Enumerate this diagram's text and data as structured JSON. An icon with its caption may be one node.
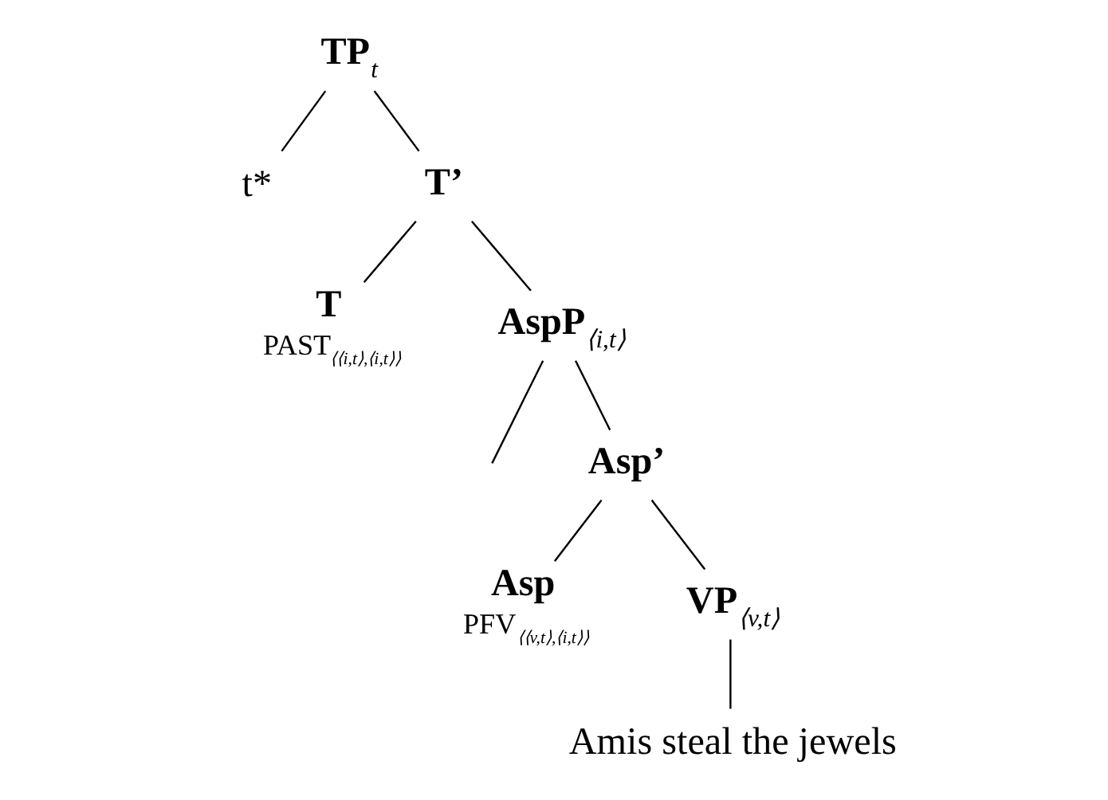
{
  "diagram": {
    "nodes": [
      {
        "text": [
          "TP$_{t}$"
        ]
      },
      {
        "text": [
          "t*"
        ]
      },
      {
        "text": [
          "T’"
        ]
      },
      {
        "text": [
          "T"
        ],
        "beside": [
          "PAST$_{⟨⟨i,t⟩,⟨i,t⟩⟩}$"
        ]
      },
      {
        "text": [
          "AspP$_{⟨i,t⟩}$"
        ]
      },
      {
        "text": [
          "Asp’"
        ]
      },
      {
        "text": [
          "Asp"
        ],
        "beside": [
          "PFV$_{⟨⟨v,t⟩,⟨i,t⟩⟩}$"
        ]
      },
      {
        "text": [
          "VP$_{⟨v,t⟩}$"
        ]
      },
      {
        "text": [
          "Amis steal the jewels"
        ]
      }
    ],
    "edges": [
      {
        "from": 0,
        "to": 1,
        "arrow": "none"
      },
      {
        "from": 0,
        "to": 2,
        "arrow": "none"
      },
      {
        "from": 2,
        "to": 3,
        "arrow": "none"
      },
      {
        "from": 2,
        "to": 4,
        "arrow": "none"
      },
      {
        "from": 4,
        "to": null,
        "arrow": "none"
      },
      {
        "from": 4,
        "to": 5,
        "arrow": "none"
      },
      {
        "from": 5,
        "to": 6,
        "arrow": "none"
      },
      {
        "from": 5,
        "to": 7,
        "arrow": "none"
      },
      {
        "from": 7,
        "to": 8,
        "arrow": "none"
      }
    ]
  }
}
